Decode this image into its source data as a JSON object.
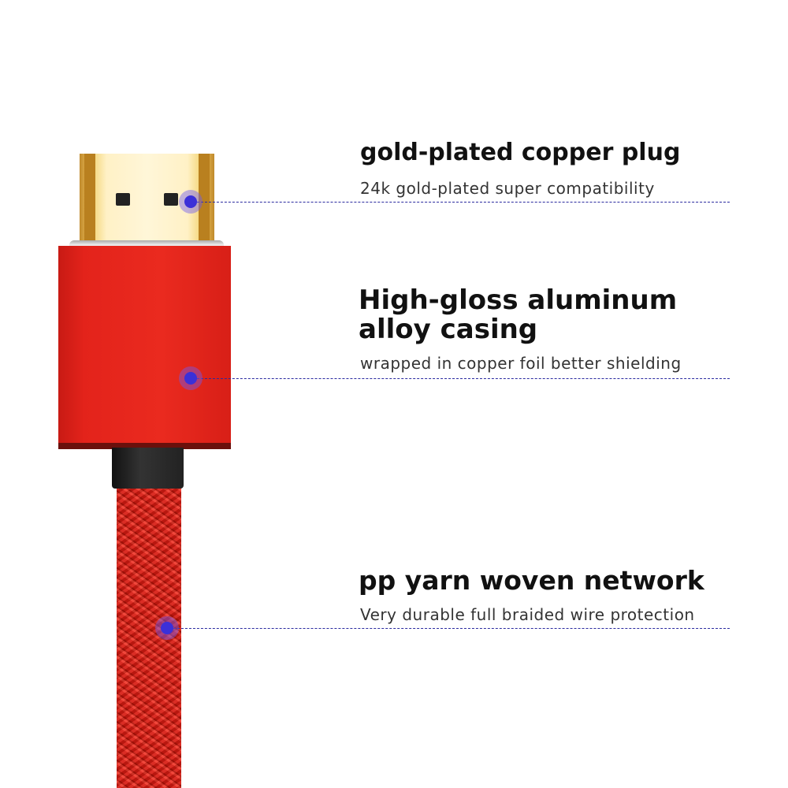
{
  "features": [
    {
      "title": "gold-plated copper plug",
      "subtitle": "24k gold-plated super compatibility"
    },
    {
      "title_line1": "High-gloss aluminum",
      "title_line2": "alloy casing",
      "subtitle": "wrapped in copper foil better shielding"
    },
    {
      "title": "pp yarn woven network",
      "subtitle": "Very durable full braided wire protection"
    }
  ],
  "colors": {
    "casing": "#e3231b",
    "marker": "#3b30d8",
    "gold": "#f6dc8a"
  }
}
